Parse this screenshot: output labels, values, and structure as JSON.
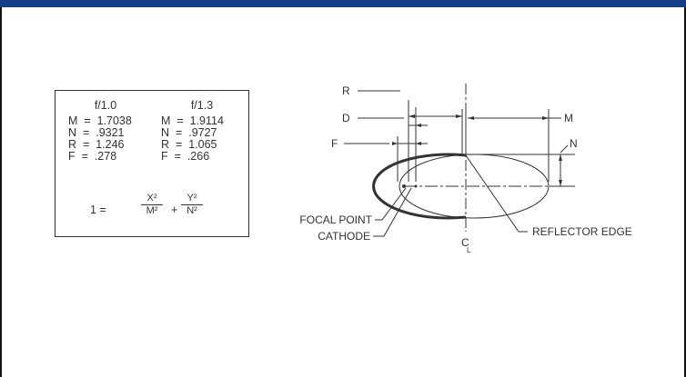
{
  "table": {
    "columns": [
      {
        "header": "f/1.0",
        "rows": [
          "M  =  1.7038",
          "N  =  .9321",
          "R  =  1.246",
          "F  =  .278"
        ]
      },
      {
        "header": "f/1.3",
        "rows": [
          "M  =  1.9114",
          "N  =  .9727",
          "R  =  1.065",
          "F  =  .266"
        ]
      }
    ],
    "equation": {
      "lhs": "1  =",
      "term1_num": "X²",
      "term1_den": "M²",
      "plus": "+",
      "term2_num": "Y²",
      "term2_den": "N²"
    }
  },
  "diagram": {
    "label_r": "R",
    "label_d": "D",
    "label_f": "F",
    "label_m": "M",
    "label_n": "N",
    "label_focal_point": "FOCAL POINT",
    "label_cathode": "CATHODE",
    "label_centerline": "C",
    "label_centerline_sub": "L",
    "label_reflector_edge": "REFLECTOR EDGE"
  },
  "colors": {
    "top_bar": "#123e8a",
    "line": "#333333"
  }
}
